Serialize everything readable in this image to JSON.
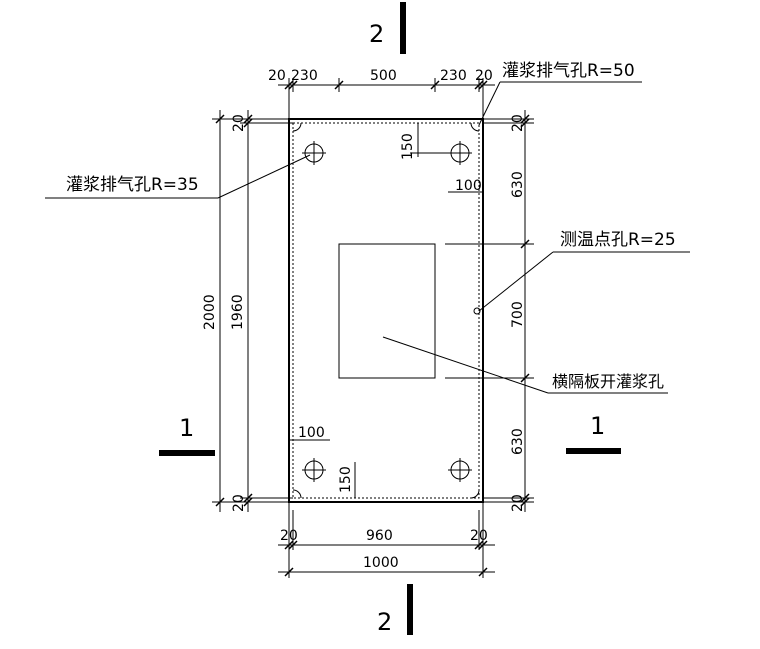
{
  "sections": {
    "top": "2",
    "bottom": "2",
    "left": "1",
    "right": "1"
  },
  "dims_top": [
    "20",
    "230",
    "500",
    "230",
    "20"
  ],
  "dims_bottom": {
    "left_edge": "20",
    "inner": "960",
    "right_edge": "20",
    "overall": "1000"
  },
  "dims_left": {
    "overall": "2000",
    "inner": "1960",
    "top_edge": "20",
    "bottom_edge": "20"
  },
  "dims_right": [
    "20",
    "630",
    "700",
    "630",
    "20"
  ],
  "dims_inner": {
    "top_offset": "150",
    "top_spacing": "100",
    "bottom_spacing": "100",
    "bottom_offset": "150"
  },
  "labels": {
    "vent_hole_50": "灌浆排气孔R=50",
    "vent_hole_35": "灌浆排气孔R=35",
    "temp_hole": "测温点孔R=25",
    "grout_hole": "横隔板开灌浆孔"
  }
}
